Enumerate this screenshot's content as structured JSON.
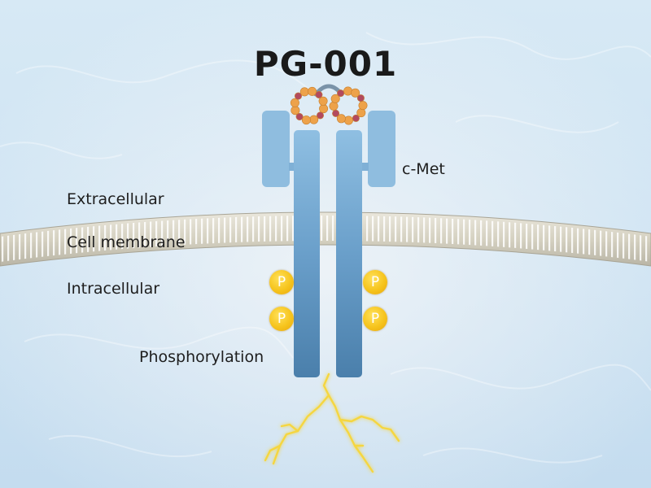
{
  "title": "PG-001",
  "labels": {
    "receptor": "c-Met",
    "extracellular": "Extracellular",
    "membrane": "Cell membrane",
    "intracellular": "Intracellular",
    "phosphorylation": "Phosphorylation"
  },
  "phospho_symbol": "P",
  "colors": {
    "receptor_light": "#8fbddf",
    "receptor_dark": "#4a7fab",
    "membrane": "#d6d2c2",
    "phospho": "#f6c41d",
    "signal": "#f5d640",
    "peptide_orange": "#eda24a",
    "peptide_red": "#b24a5e"
  },
  "icons": [
    "peptide-ligand-icon",
    "phosphate-icon",
    "signal-lightning-icon"
  ]
}
